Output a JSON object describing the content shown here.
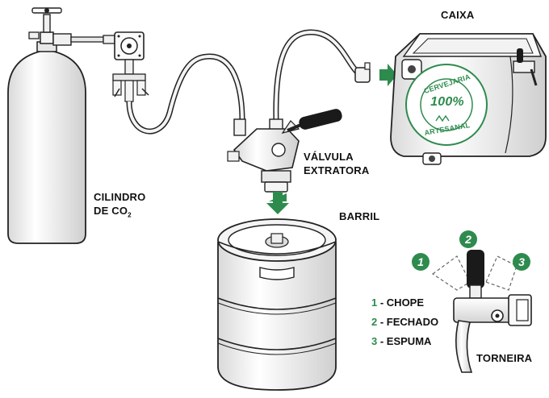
{
  "labels": {
    "caixa": "CAIXA",
    "cilindro_line1": "CILINDRO",
    "cilindro_line2_prefix": "DE CO",
    "cilindro_line2_sub": "2",
    "valvula_line1": "VÁLVULA",
    "valvula_line2": "EXTRATORA",
    "barril": "BARRIL",
    "torneira": "TORNEIRA"
  },
  "stamp": {
    "top": "CERVEJARIA",
    "center": "100%",
    "bottom": "ARTESANAL"
  },
  "positions": {
    "p1": "1",
    "p2": "2",
    "p3": "3"
  },
  "legend": [
    {
      "num": "1",
      "text": " - CHOPE"
    },
    {
      "num": "2",
      "text": " - FECHADO"
    },
    {
      "num": "3",
      "text": " - ESPUMA"
    }
  ],
  "colors": {
    "accent_green": "#2e8b4e",
    "outline": "#222222",
    "metal_fill": "#f2f2f2",
    "handle_black": "#1a1a1a"
  }
}
